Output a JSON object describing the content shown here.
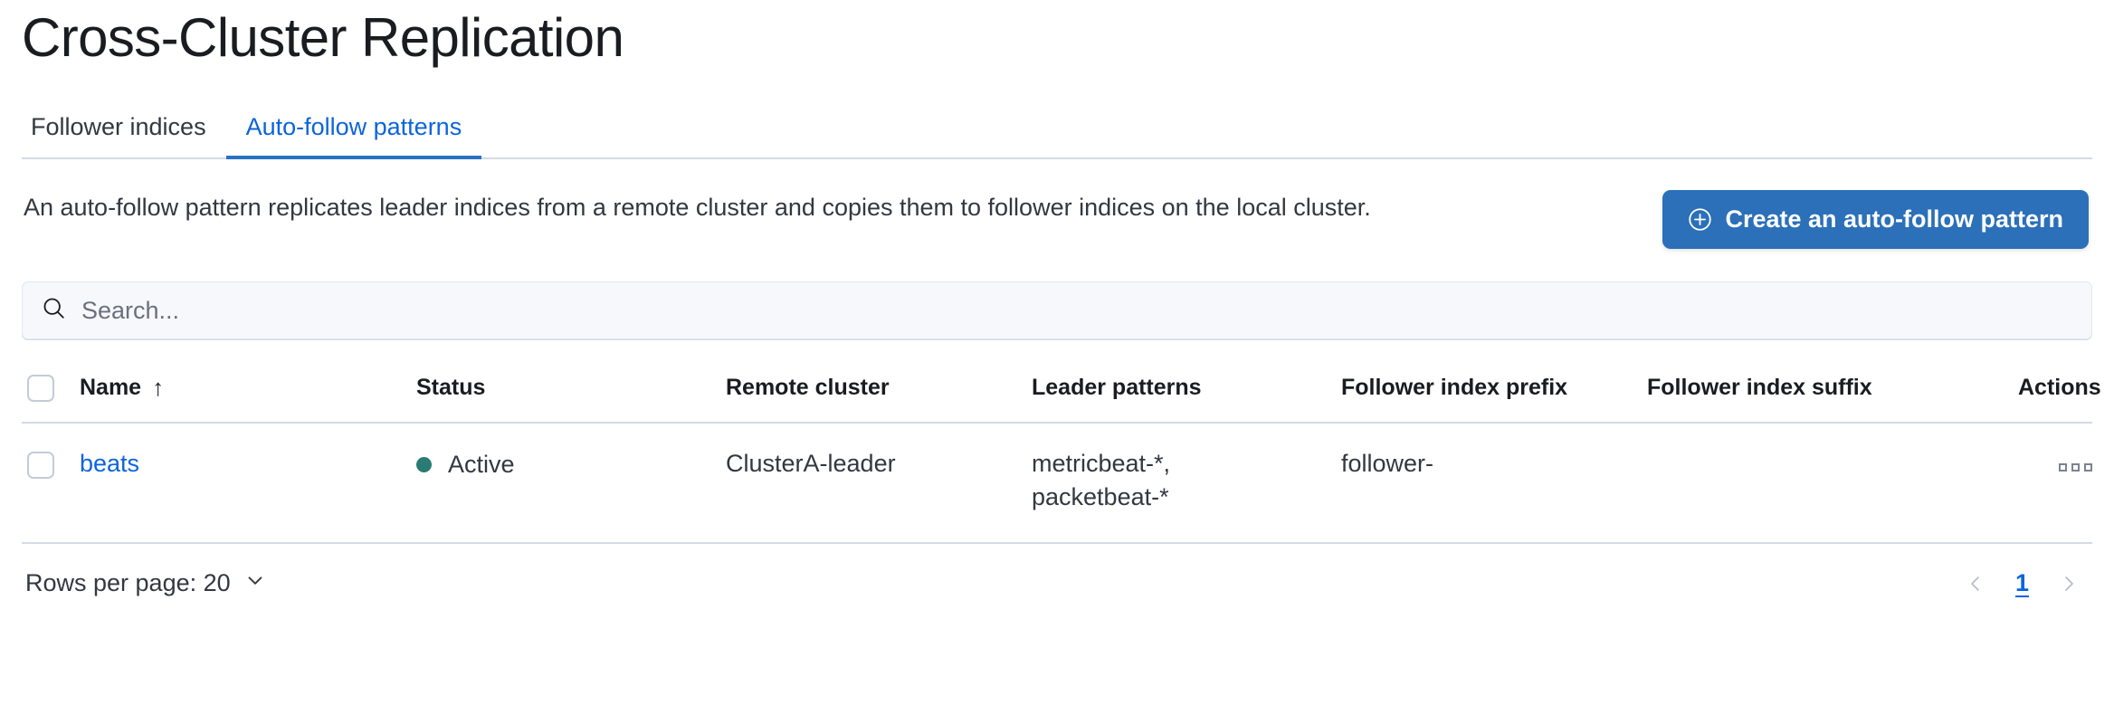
{
  "header": {
    "title": "Cross-Cluster Replication"
  },
  "tabs": [
    {
      "label": "Follower indices",
      "active": false
    },
    {
      "label": "Auto-follow patterns",
      "active": true
    }
  ],
  "description": "An auto-follow pattern replicates leader indices from a remote cluster and copies them to follower indices on the local cluster.",
  "create_button": {
    "label": "Create an auto-follow pattern",
    "icon": "plus-in-circle-icon"
  },
  "search": {
    "value": "",
    "placeholder": "Search...",
    "icon": "search-icon"
  },
  "table": {
    "columns": [
      "Name",
      "Status",
      "Remote cluster",
      "Leader patterns",
      "Follower index prefix",
      "Follower index suffix",
      "Actions"
    ],
    "sort": {
      "column": "Name",
      "direction": "asc",
      "glyph": "↑"
    },
    "rows": [
      {
        "name": "beats",
        "status": "Active",
        "status_color": "#2a7b74",
        "remote_cluster": "ClusterA-leader",
        "leader_patterns": [
          "metricbeat-*,",
          "packetbeat-*"
        ],
        "follower_index_prefix": "follower-",
        "follower_index_suffix": "",
        "actions_icon": "boxes-horizontal-icon"
      }
    ]
  },
  "footer": {
    "rows_per_page_label": "Rows per page: 20",
    "rows_per_page_value": "20",
    "pagination": {
      "prev_icon": "chevron-left-icon",
      "next_icon": "chevron-right-icon",
      "pages": [
        "1"
      ],
      "current": "1"
    }
  },
  "colors": {
    "primary": "#2b70b9",
    "link": "#0b64dd",
    "tab_active_underline": "#2a72c4",
    "status_active": "#2a7b74",
    "border": "#d3dae6",
    "text": "#343741"
  }
}
